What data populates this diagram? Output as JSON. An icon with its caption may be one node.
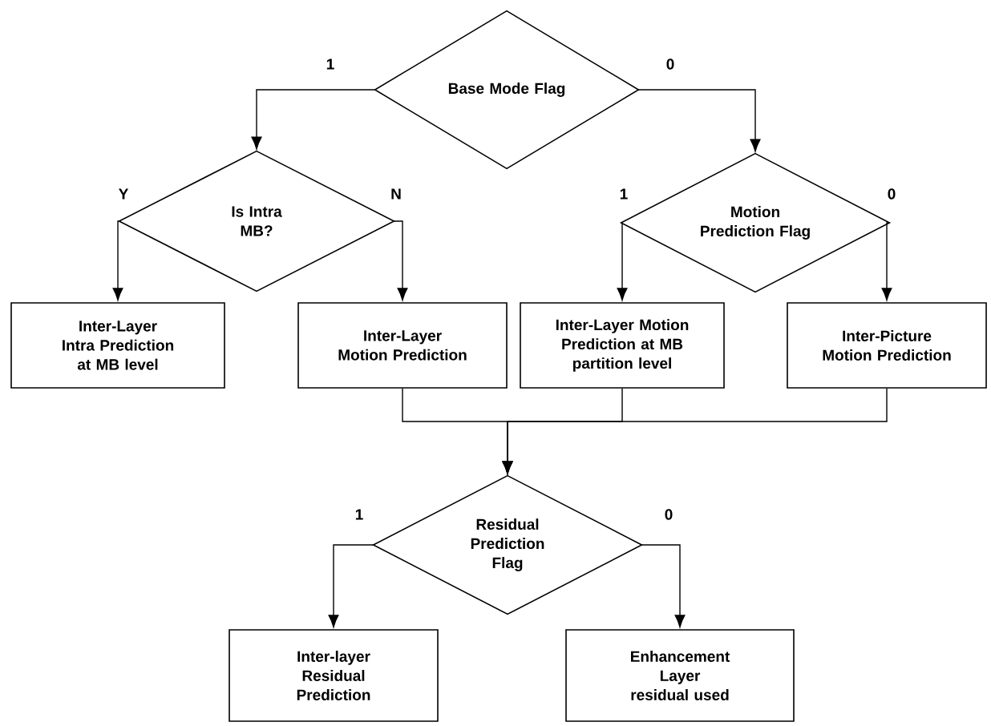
{
  "diagram": {
    "nodes": [
      {
        "text": [
          "Base Mode Flag"
        ]
      },
      {
        "text": [
          "Is Intra MB?"
        ]
      },
      {
        "text": [
          "Motion Prediction Flag"
        ]
      },
      {
        "text": [
          "Inter-Layer Intra Prediction at MB level"
        ]
      },
      {
        "text": [
          "Inter-Layer Motion Prediction"
        ]
      },
      {
        "text": [
          "Inter-Layer Motion Prediction at MB partition level"
        ]
      },
      {
        "text": [
          "Inter-Picture Motion Prediction"
        ]
      },
      {
        "text": [
          "Residual Prediction Flag"
        ]
      },
      {
        "text": [
          "Inter-layer Residual Prediction"
        ]
      },
      {
        "text": [
          "Enhancement Layer residual used"
        ]
      }
    ],
    "edges": [
      {
        "from": 0,
        "to": 1,
        "arrow": "to",
        "label": "1"
      },
      {
        "from": 0,
        "to": 2,
        "arrow": "to",
        "label": "0"
      },
      {
        "from": 1,
        "to": 3,
        "arrow": "to",
        "label": "Y"
      },
      {
        "from": 1,
        "to": 4,
        "arrow": "to",
        "label": "N"
      },
      {
        "from": 2,
        "to": 5,
        "arrow": "to",
        "label": "1"
      },
      {
        "from": 2,
        "to": 6,
        "arrow": "to",
        "label": "0"
      },
      {
        "from": 4,
        "to": 7,
        "arrow": "to"
      },
      {
        "from": 5,
        "to": 7,
        "arrow": "to"
      },
      {
        "from": 6,
        "to": 7,
        "arrow": "to"
      },
      {
        "from": 7,
        "to": 8,
        "arrow": "to",
        "label": "1"
      },
      {
        "from": 7,
        "to": 9,
        "arrow": "to",
        "label": "0"
      }
    ]
  }
}
